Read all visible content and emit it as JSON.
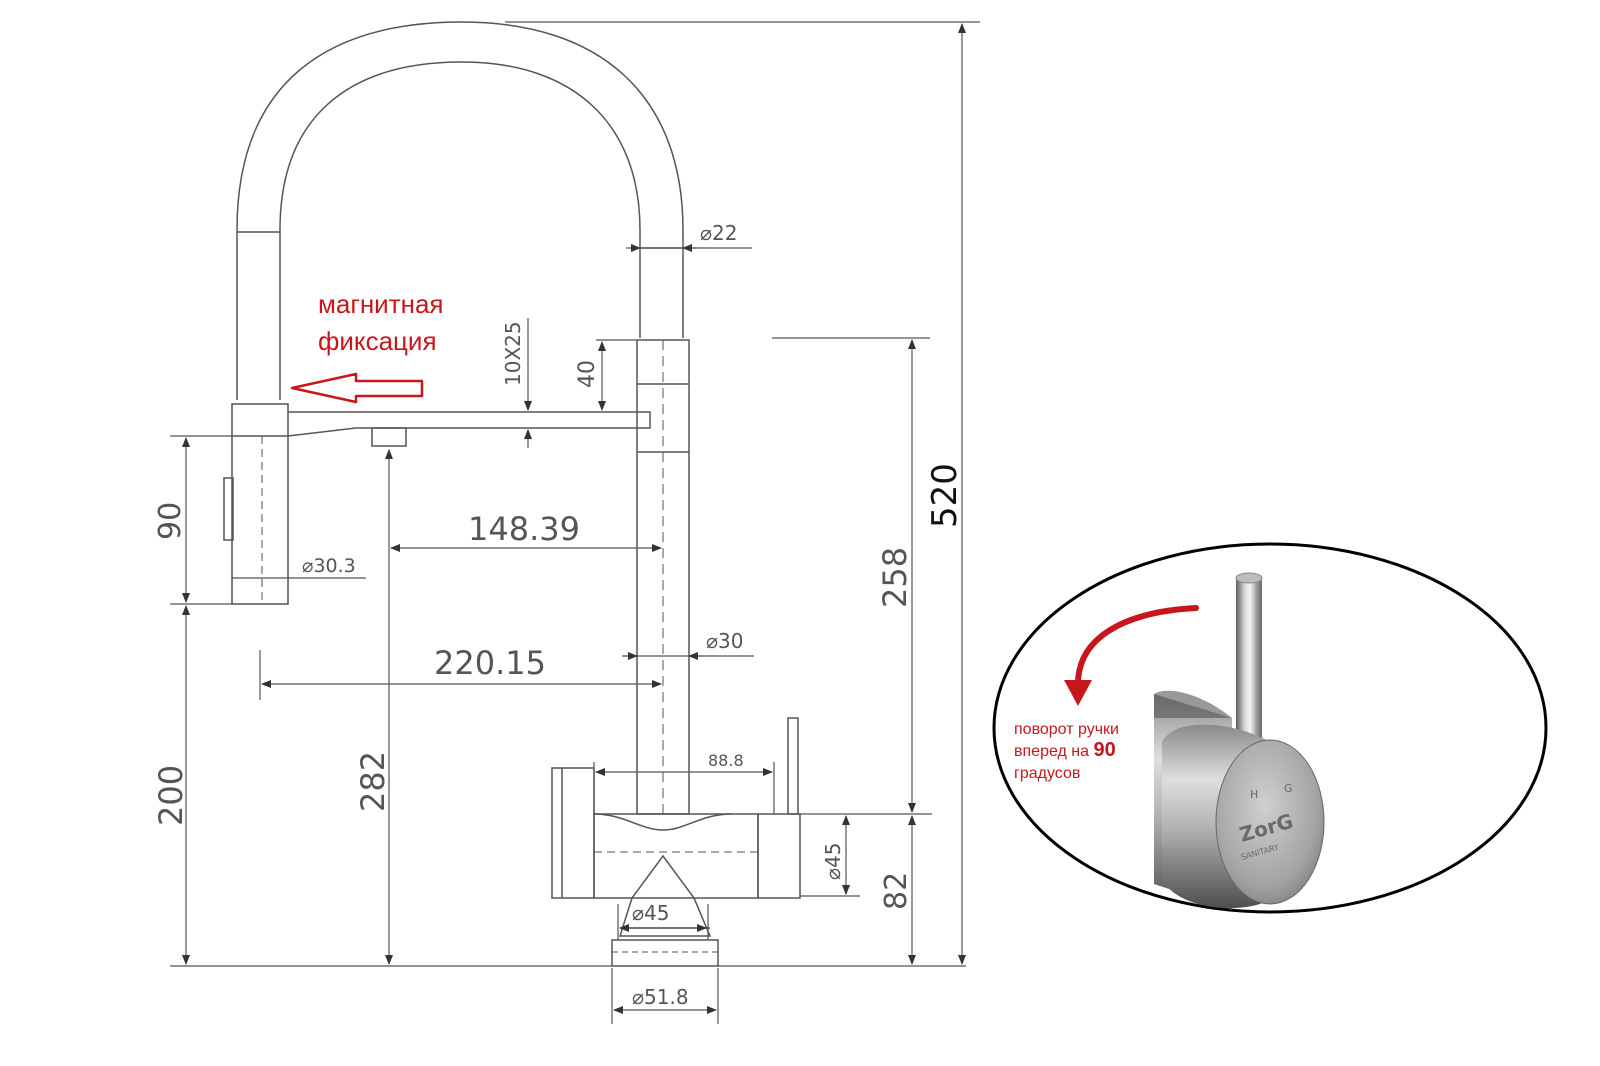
{
  "annotations": {
    "magnetic_line1": "магнитная",
    "magnetic_line2": "фиксация",
    "rotate_line1": "поворот ручки",
    "rotate_line2_prefix": "вперед на ",
    "rotate_line2_bold": "90",
    "rotate_line3": "градусов"
  },
  "dimensions": {
    "d22": "⌀22",
    "spout_10x25": "10X25",
    "spout_40": "40",
    "head_90": "90",
    "head_d30_3": "⌀30.3",
    "reach_148": "148.39",
    "reach_220": "220.15",
    "body_d30": "⌀30",
    "handles_88_8": "88.8",
    "base_d45_side": "⌀45",
    "base_d45": "⌀45",
    "base_d51_8": "⌀51.8",
    "height_200": "200",
    "height_282": "282",
    "height_258": "258",
    "height_82": "82",
    "height_520": "520"
  },
  "photo": {
    "letters": [
      "H",
      "G"
    ],
    "brand": "ZorG",
    "brand_sub": "SANITARY"
  },
  "colors": {
    "line": "#555555",
    "annotation": "#c8161d",
    "ellipse": "#000000"
  }
}
